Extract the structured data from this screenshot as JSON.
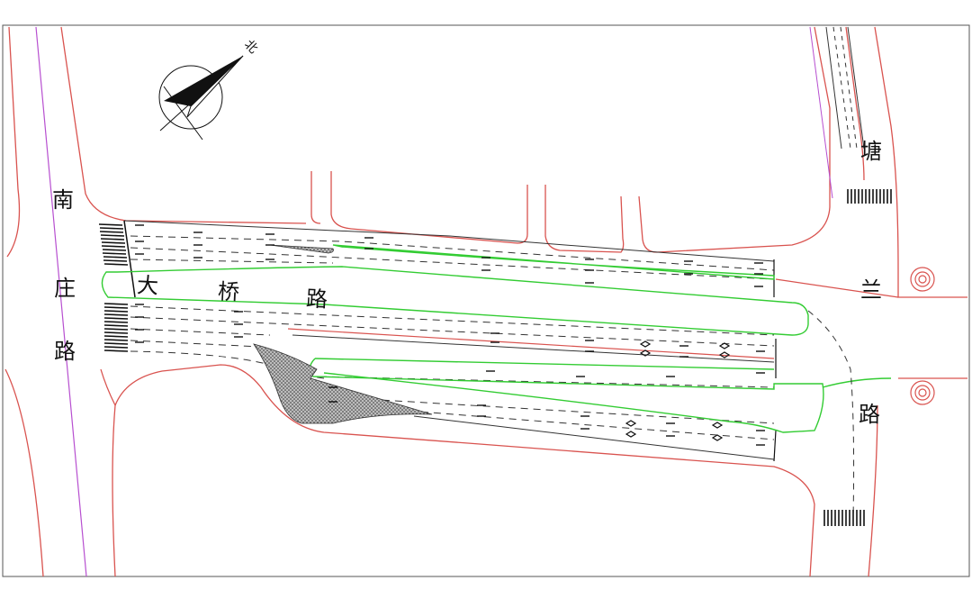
{
  "north_label": "北",
  "roads": {
    "nanzhuang": [
      "南",
      "庄",
      "路"
    ],
    "daqiao": [
      "大",
      "桥",
      "路"
    ],
    "lan": [
      "兰"
    ],
    "right_lu": [
      "路"
    ],
    "tangqiao": [
      "塘"
    ]
  },
  "colors": {
    "curb": "#d9534f",
    "median": "#33cc33",
    "lane": "#222222",
    "centerline": "#b74fd0",
    "hatch": "#555555"
  },
  "icons": [
    "north-arrow-icon",
    "crosswalk-icon",
    "lane-arrow-icon",
    "diamond-marking-icon",
    "turn-ring-icon"
  ]
}
